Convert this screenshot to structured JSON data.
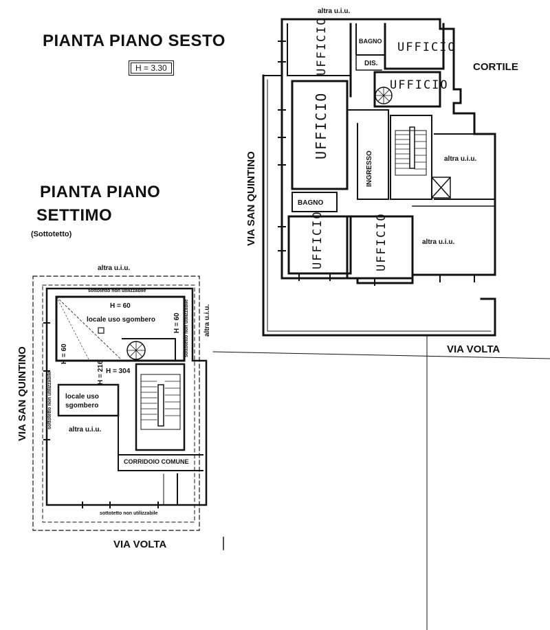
{
  "sixth_floor": {
    "title": "PIANTA  PIANO  SESTO",
    "height_label": "H = 3.30",
    "top_neighbor": "altra u.i.u.",
    "courtyard": "CORTILE",
    "street_side": "VIA SAN QUINTINO",
    "street_front": "VIA VOLTA",
    "rooms": {
      "office_1": "UFFICIO",
      "bath_top": "BAGNO",
      "office_2": "UFFICIO",
      "dis": "DIS.",
      "office_3": "UFFICIO",
      "office_main": "UFFICIO",
      "ingresso": "INGRESSO",
      "bath_mid": "BAGNO",
      "office_bl": "UFFICIO",
      "office_bc": "UFFICIO",
      "neighbor_1": "altra u.i.u.",
      "neighbor_2": "altra u.i.u."
    }
  },
  "seventh_floor": {
    "title_line1": "PIANTA  PIANO",
    "title_line2": "SETTIMO",
    "subtitle": "(Sottotetto)",
    "top_neighbor": "altra u.i.u.",
    "right_neighbor": "altra u.i.u.",
    "street_side": "VIA SAN QUINTINO",
    "street_front": "VIA VOLTA",
    "attic_top": "sottotetto non utilizzabile",
    "attic_bottom": "sottotetto non utilizzabile",
    "attic_left": "sottotetto non utilizzabile",
    "attic_right": "sottotetto non utilizzabile",
    "h60_top": "H = 60",
    "h60_left": "H = 60",
    "h60_right": "H = 60",
    "h216": "H = 216",
    "h304": "H = 304",
    "storage_big": "locale uso sgombero",
    "storage_small_l1": "locale uso",
    "storage_small_l2": "sgombero",
    "neighbor_bottom": "altra u.i.u.",
    "corridor": "CORRIDOIO  COMUNE"
  }
}
